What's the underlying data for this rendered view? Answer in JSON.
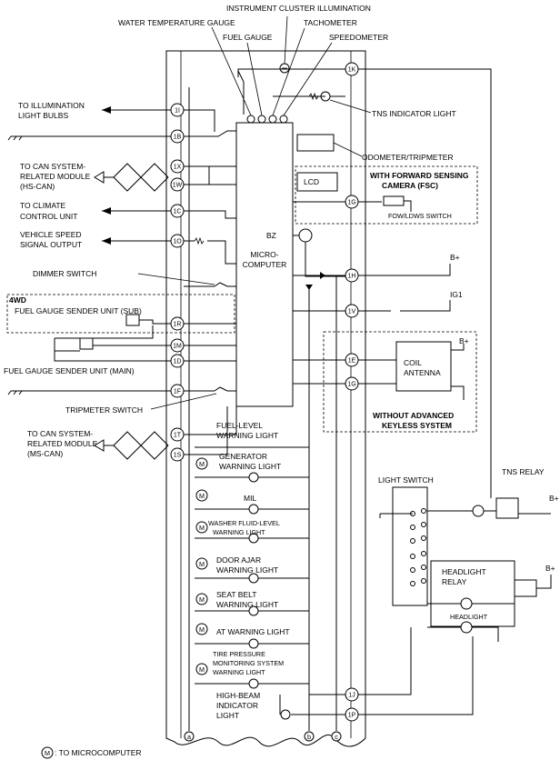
{
  "labels": {
    "instrument_cluster_illumination": "INSTRUMENT CLUSTER ILLUMINATION",
    "water_temperature_gauge": "WATER TEMPERATURE GAUGE",
    "tachometer": "TACHOMETER",
    "fuel_gauge": "FUEL GAUGE",
    "speedometer": "SPEEDOMETER",
    "tns_indicator_light": "TNS INDICATOR LIGHT",
    "odometer_tripmeter": "ODOMETER/TRIPMETER",
    "fsc_title_1": "WITH FORWARD SENSING",
    "fsc_title_2": "CAMERA (FSC)",
    "lcd": "LCD",
    "fow_ldws_switch": "FOW/LDWS SWITCH",
    "to_illumination_1": "TO ILLUMINATION",
    "to_illumination_2": "LIGHT BULBS",
    "to_can_hs_1": "TO CAN SYSTEM-",
    "to_can_hs_2": "RELATED MODULE",
    "to_can_hs_3": "(HS-CAN)",
    "to_climate_1": "TO CLIMATE",
    "to_climate_2": "CONTROL UNIT",
    "vehicle_speed_1": "VEHICLE SPEED",
    "vehicle_speed_2": "SIGNAL OUTPUT",
    "micro_1": "MICRO-",
    "micro_2": "COMPUTER",
    "bz": "BZ",
    "b_plus": "B+",
    "ig1": "IG1",
    "dimmer_switch": "DIMMER SWITCH",
    "four_wd": "4WD",
    "sender_sub": "FUEL GAUGE SENDER UNIT (SUB)",
    "sender_main": "FUEL GAUGE SENDER UNIT (MAIN)",
    "coil_1": "COIL",
    "coil_2": "ANTENNA",
    "keyless_1": "WITHOUT ADVANCED",
    "keyless_2": "KEYLESS SYSTEM",
    "tripmeter_switch": "TRIPMETER SWITCH",
    "to_can_ms_1": "TO CAN SYSTEM-",
    "to_can_ms_2": "RELATED MODULE",
    "to_can_ms_3": "(MS-CAN)",
    "fuel_level_1": "FUEL-LEVEL",
    "fuel_level_2": "WARNING LIGHT",
    "generator_1": "GENERATOR",
    "generator_2": "WARNING LIGHT",
    "mil": "MIL",
    "washer": "WASHER FLUID-LEVEL",
    "washer_2": "WARNING LIGHT",
    "door_1": "DOOR AJAR",
    "door_2": "WARNING LIGHT",
    "seat_1": "SEAT BELT",
    "seat_2": "WARNING LIGHT",
    "at_warning": "AT WARNING LIGHT",
    "tire_1": "TIRE PRESSURE",
    "tire_2": "MONITORING SYSTEM",
    "tire_3": "WARNING LIGHT",
    "highbeam_1": "HIGH-BEAM",
    "highbeam_2": "INDICATOR",
    "highbeam_3": "LIGHT",
    "light_switch": "LIGHT SWITCH",
    "tns_relay": "TNS RELAY",
    "headlight_relay_1": "HEADLIGHT",
    "headlight_relay_2": "RELAY",
    "headlight": "HEADLIGHT",
    "m_symbol": "M",
    "legend": ": TO MICROCOMPUTER",
    "bus_a": "a",
    "bus_b": "b",
    "bus_c": "c"
  },
  "pins": [
    "1K",
    "1I",
    "1B",
    "1X",
    "1W",
    "1C",
    "1O",
    "1R",
    "1M",
    "1D",
    "1F",
    "1T",
    "1S",
    "1G",
    "1H",
    "1V",
    "1E",
    "1G",
    "1J",
    "1P"
  ]
}
